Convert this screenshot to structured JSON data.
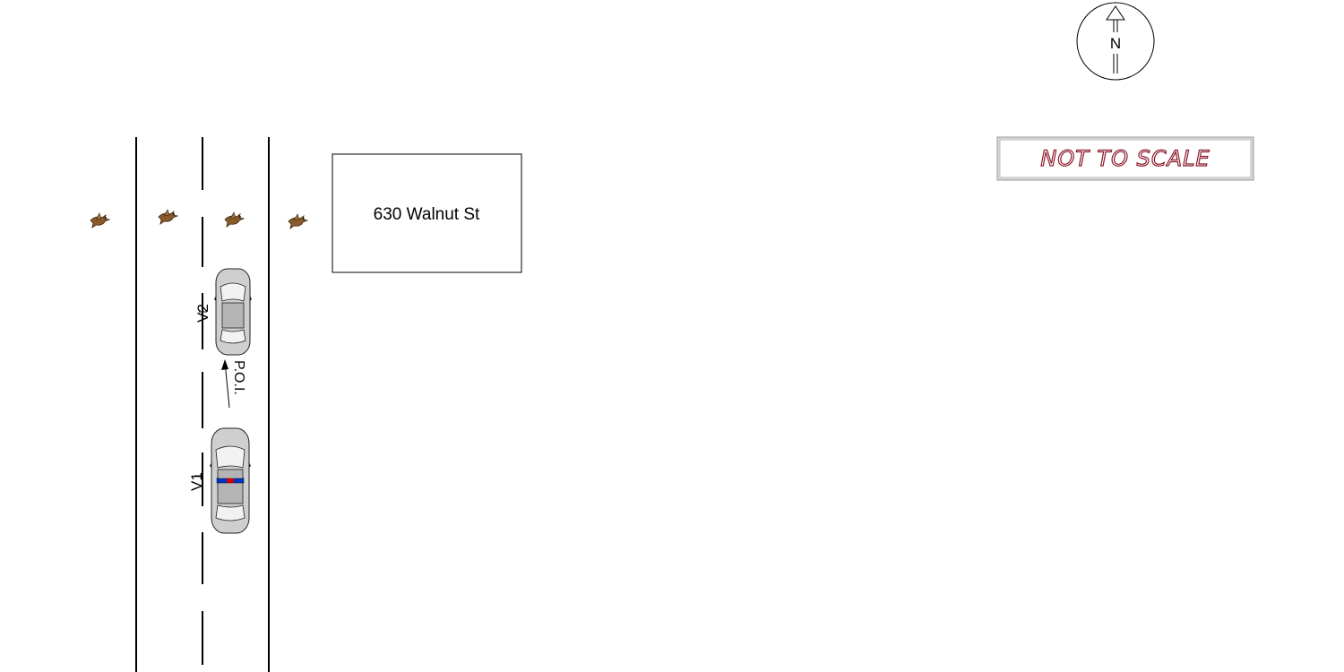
{
  "diagram": {
    "building": {
      "label": "630 Walnut St"
    },
    "vehicles": [
      {
        "id": "v1",
        "label": "V1",
        "kind": "police-car"
      },
      {
        "id": "v2",
        "label": "V2",
        "kind": "car"
      }
    ],
    "point_of_impact": {
      "label": "P.O.I."
    },
    "compass": {
      "label": "N"
    },
    "scale_note": {
      "label": "NOT TO SCALE"
    },
    "colors": {
      "lines": "#000000",
      "bird": "#8b5a2b",
      "car_body": "#c8c8c8",
      "lightbar_red": "#cc0000",
      "lightbar_blue": "#0033cc",
      "scale_text": "#8b1a2b"
    },
    "icons": [
      "bird-icon",
      "compass-arrow-icon"
    ]
  }
}
